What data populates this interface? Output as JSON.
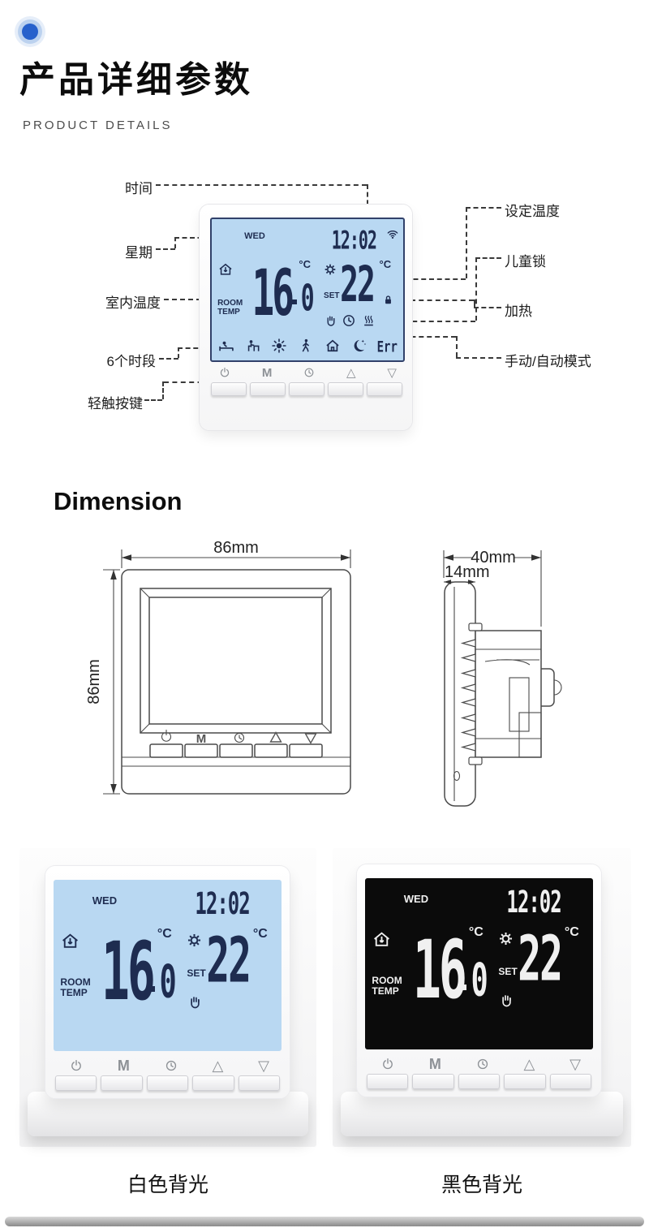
{
  "header": {
    "title": "产品详细参数",
    "subtitle": "PRODUCT DETAILS"
  },
  "annotated": {
    "labels": {
      "time": "时间",
      "week": "星期",
      "room_temp": "室内温度",
      "periods": "6个时段",
      "touch_keys": "轻触按键",
      "set_temp": "设定温度",
      "child_lock": "儿童锁",
      "heating": "加热",
      "mode": "手动/自动模式"
    }
  },
  "lcd": {
    "day": "WED",
    "time": "12:02",
    "room_temp": "16.0",
    "room_temp_int": "16",
    "room_temp_dec": "0",
    "unit": "°C",
    "room_label_line1": "ROOM",
    "room_label_line2": "TEMP",
    "set_label": "SET",
    "set_temp": "22",
    "error_text": "Err"
  },
  "buttons": {
    "m": "M",
    "up": "△",
    "down": "▽"
  },
  "dimension": {
    "title": "Dimension",
    "front_width": "86mm",
    "front_height": "86mm",
    "total_depth": "40mm",
    "panel_depth": "14mm",
    "button_m": "M"
  },
  "products": [
    {
      "variant": "white-backlight",
      "label": "白色背光"
    },
    {
      "variant": "black-backlight",
      "label": "黑色背光"
    }
  ],
  "colors": {
    "accent_dot": "#2761cc",
    "lcd_backlight_blue": "#b9d8f2",
    "lcd_digit_navy": "#1e2c50",
    "lcd_backlight_black": "#0b0b0b"
  }
}
